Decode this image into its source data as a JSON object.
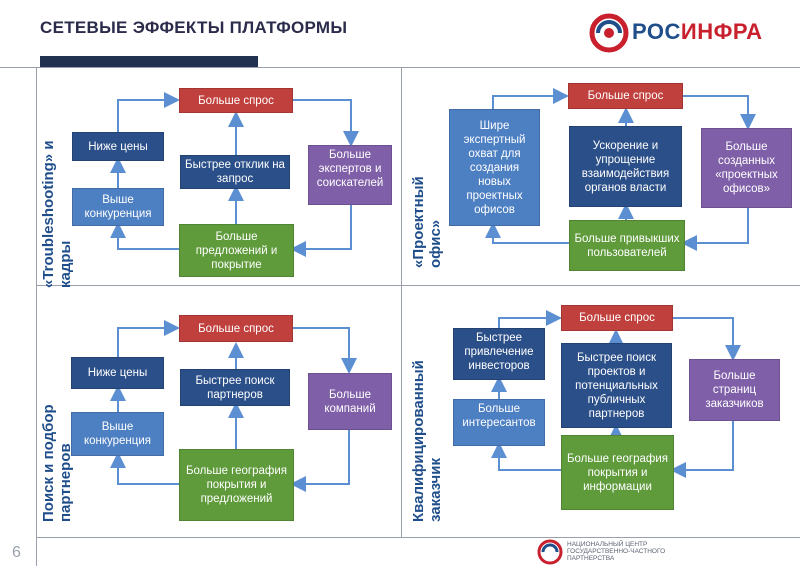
{
  "header": {
    "title": "СЕТЕВЫЕ ЭФФЕКТЫ ПЛАТФОРМЫ",
    "logo_ros": "РОС",
    "logo_infra": "ИНФРА"
  },
  "footer": {
    "page_number": "6",
    "org_text": "НАЦИОНАЛЬНЫЙ ЦЕНТР ГОСУДАРСТВЕННО-ЧАСТНОГО ПАРТНЕРСТВА"
  },
  "colors": {
    "red": "#c0403d",
    "navy": "#2b4f88",
    "blue": "#4d7fc3",
    "purple": "#7f5fa8",
    "green": "#5f9a3b",
    "arrow": "#5b8fd1"
  },
  "q1": {
    "label_line1": "«Troubleshooting» и",
    "label_line2": "кадры",
    "demand": "Больше спрос",
    "lower_prices": "Ниже цены",
    "faster_response": "Быстрее отклик на запрос",
    "more_experts": "Больше экспертов и соискателей",
    "higher_competition": "Выше конкуренция",
    "more_offers": "Больше предложений и покрытие"
  },
  "q2": {
    "label_line1": "«Проектный",
    "label_line2": "офис»",
    "demand": "Больше спрос",
    "wider_coverage": "Шире экспертный охват для создания новых проектных офисов",
    "acceleration": "Ускорение и упрощение взаимодействия органов власти",
    "more_offices": "Больше созданных «проектных офисов»",
    "more_users": "Больше привыкших пользователей"
  },
  "q3": {
    "label_line1": "Поиск и подбор",
    "label_line2": "партнеров",
    "demand": "Больше спрос",
    "lower_prices": "Ниже цены",
    "faster_search": "Быстрее поиск партнеров",
    "more_companies": "Больше компаний",
    "higher_competition": "Выше конкуренция",
    "more_geo": "Больше география покрытия и предложений"
  },
  "q4": {
    "label_line1": "Квалифицированный",
    "label_line2": "заказчик",
    "demand": "Больше спрос",
    "faster_attraction": "Быстрее привлечение инвесторов",
    "faster_project_search": "Быстрее поиск проектов и потенциальных публичных партнеров",
    "more_pages": "Больше страниц заказчиков",
    "more_interested": "Больше интересантов",
    "more_geo_info": "Больше география покрытия и информации"
  }
}
